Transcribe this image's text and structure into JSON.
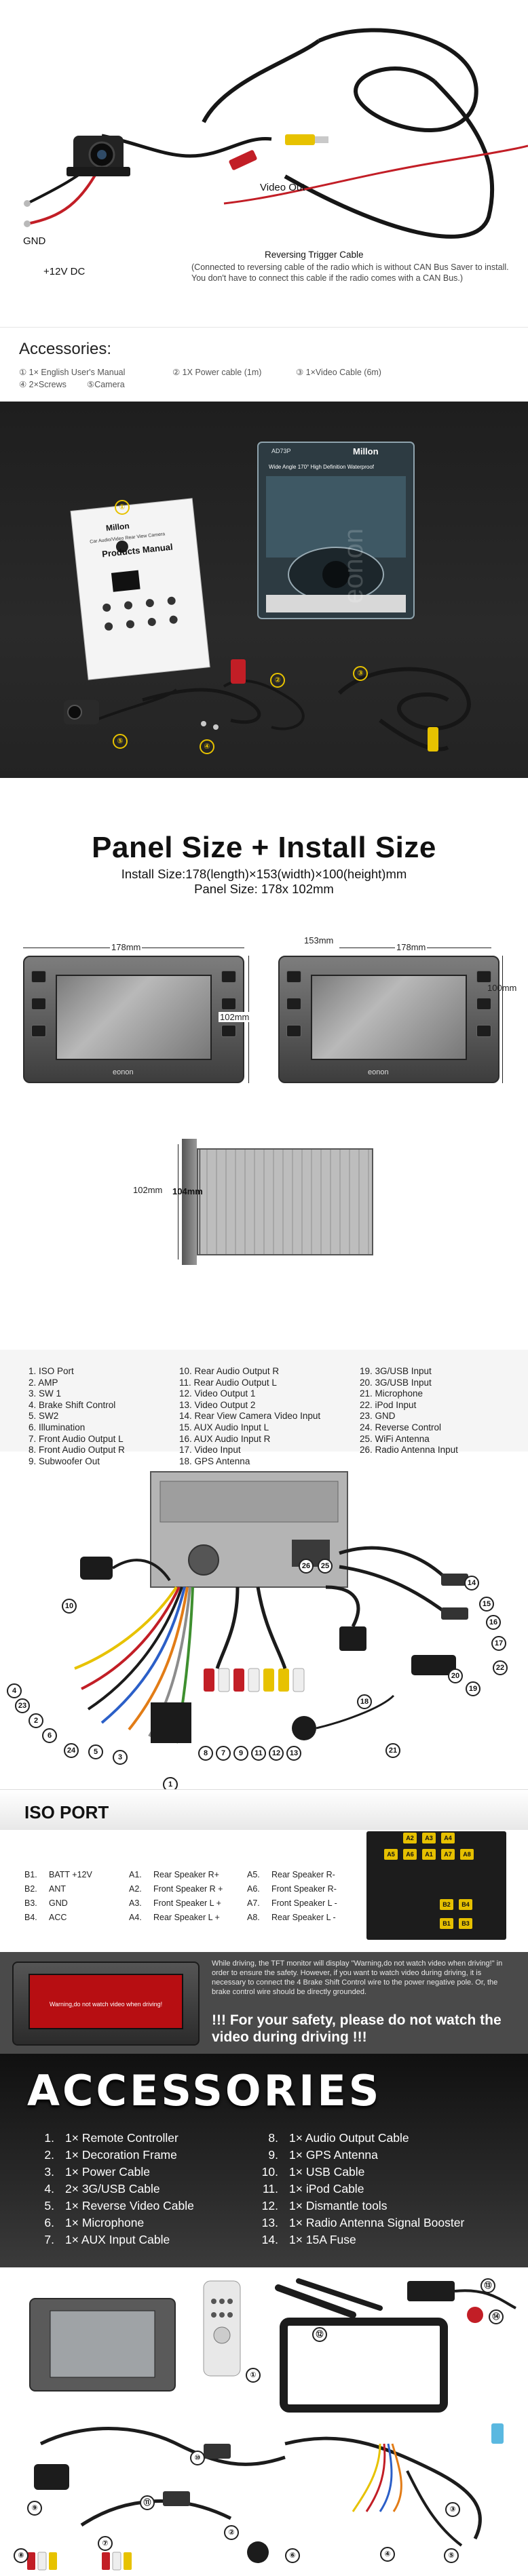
{
  "camera_section": {
    "video_out_label": "Video Out",
    "gnd_label": "GND",
    "power_label": "+12V DC",
    "reversing_title": "Reversing Trigger Cable",
    "reversing_note": "(Connected to reversing cable of the radio which is without CAN Bus Saver to install. You don't have to connect this cable if the radio comes with a CAN Bus.)"
  },
  "accessories_small": {
    "title": "Accessories:",
    "items": [
      "① 1× English User's Manual",
      "② 1X Power cable (1m)",
      "③ 1×Video Cable (6m)",
      "④ 2×Screws",
      "⑤Camera"
    ]
  },
  "kit_photo": {
    "manual_brand": "Millon",
    "manual_title": "Products Manual",
    "manual_subtitle": "Car Audio/Video Rear View Camera",
    "box_brand": "Millon",
    "box_code": "AD73P",
    "box_title": "Wide Angle 170° High Definition Waterproof",
    "watermark": "eonon",
    "markers": [
      "①",
      "②",
      "③",
      "④",
      "⑤"
    ]
  },
  "panel_size": {
    "title": "Panel Size + Install Size",
    "install_size": "Install Size:178(length)×153(width)×100(height)mm",
    "panel_size": "Panel Size: 178x 102mm",
    "dim_178_a": "178mm",
    "dim_102": "102mm",
    "dim_153": "153mm",
    "dim_178_b": "178mm",
    "dim_100": "100mm",
    "dim_102_side": "102mm",
    "dim_104": "104mm",
    "brand": "eonon"
  },
  "ports": {
    "col1": [
      "1. ISO Port",
      "2. AMP",
      "3. SW 1",
      "4. Brake Shift Control",
      "5. SW2",
      "6. Illumination",
      "7. Front Audio Output L",
      "8. Front Audio Output R",
      "9. Subwoofer Out"
    ],
    "col2": [
      "10. Rear Audio Output R",
      "11. Rear Audio Output L",
      "12. Video Output 1",
      "13. Video Output 2",
      "14. Rear View Camera Video Input",
      "15. AUX Audio Input L",
      "16. AUX Audio Input R",
      "17. Video Input",
      "18. GPS Antenna"
    ],
    "col3": [
      "19. 3G/USB Input",
      "20. 3G/USB Input",
      "21. Microphone",
      "22. iPod Input",
      "23. GND",
      "24. Reverse Control",
      "25. WiFi Antenna",
      "26.  Radio Antenna Input"
    ],
    "callouts": [
      "1",
      "2",
      "3",
      "4",
      "5",
      "6",
      "7",
      "8",
      "9",
      "10",
      "11",
      "12",
      "13",
      "14",
      "15",
      "16",
      "17",
      "18",
      "19",
      "20",
      "21",
      "22",
      "23",
      "24",
      "25",
      "26"
    ]
  },
  "iso_port": {
    "title": "ISO PORT",
    "b": [
      [
        "B1.",
        "BATT +12V"
      ],
      [
        "B2.",
        "ANT"
      ],
      [
        "B3.",
        "GND"
      ],
      [
        "B4.",
        "ACC"
      ]
    ],
    "a1": [
      [
        "A1.",
        "Rear Speaker R+"
      ],
      [
        "A2.",
        "Front Speaker R +"
      ],
      [
        "A3.",
        "Front Speaker L +"
      ],
      [
        "A4.",
        "Rear Speaker L +"
      ]
    ],
    "a2": [
      [
        "A5.",
        "Rear Speaker R-"
      ],
      [
        "A6.",
        "Front Speaker R-"
      ],
      [
        "A7.",
        "Front Speaker L -"
      ],
      [
        "A8.",
        "Rear Speaker L -"
      ]
    ],
    "pins_a_top": [
      "A2",
      "A3",
      "A4"
    ],
    "pins_a_mid": [
      "A5",
      "A6",
      "A1",
      "A7",
      "A8"
    ],
    "pins_b_top": [
      "B2",
      "B4"
    ],
    "pins_b_bot": [
      "B1",
      "B3"
    ]
  },
  "warning": {
    "small_text": "While driving, the TFT monitor will display \"Warning,do not watch video when driving!\" in order to ensure the safety. However, if you want to watch video during driving, it is necessary to connect the 4 Brake Shift Control wire to the power negative pole. Or, the brake control wire should be directly grounded.",
    "big_text": "!!! For your safety, please do not watch the video during driving !!!",
    "screen_text": "Warning,do not watch video when driving!"
  },
  "accessories_big": {
    "title": "ACCESSORIES",
    "col1": [
      [
        "1.",
        "1× Remote Controller"
      ],
      [
        "2.",
        "1× Decoration Frame"
      ],
      [
        "3.",
        "1× Power Cable"
      ],
      [
        "4.",
        "2× 3G/USB Cable"
      ],
      [
        "5.",
        "1× Reverse Video Cable"
      ],
      [
        "6.",
        "1× Microphone"
      ],
      [
        "7.",
        "1× AUX Input Cable"
      ]
    ],
    "col2": [
      [
        "8.",
        "1× Audio Output  Cable"
      ],
      [
        "9.",
        "1× GPS Antenna"
      ],
      [
        "10.",
        "1× USB Cable"
      ],
      [
        "11.",
        "1× iPod Cable"
      ],
      [
        "12.",
        "1× Dismantle tools"
      ],
      [
        "13.",
        "1×  Radio Antenna Signal Booster"
      ],
      [
        "14.",
        "1× 15A Fuse"
      ]
    ]
  },
  "accessories_photo": {
    "markers": [
      "①",
      "②",
      "③",
      "④",
      "⑤",
      "⑥",
      "⑦",
      "⑧",
      "⑨",
      "⑩",
      "⑪",
      "⑫",
      "⑬",
      "⑭"
    ]
  }
}
